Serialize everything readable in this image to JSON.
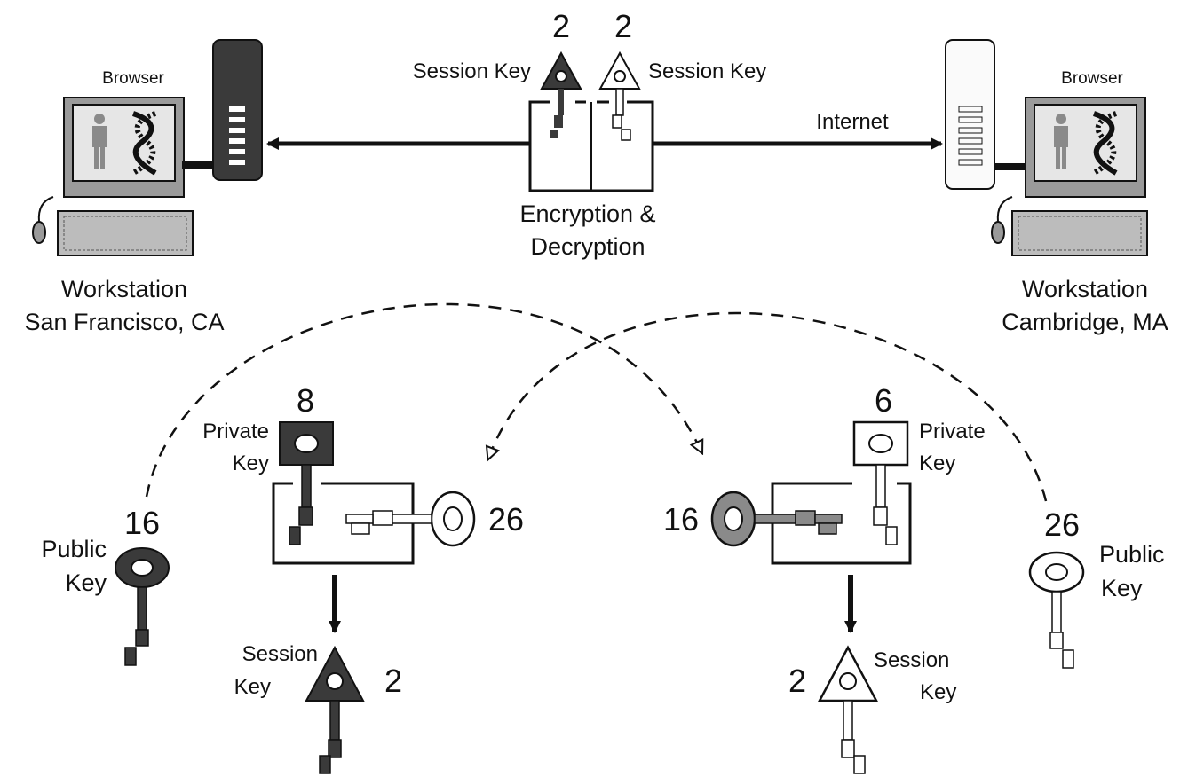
{
  "left_workstation": {
    "browser_label": "Browser",
    "title": "Workstation",
    "location": "San Francisco, CA"
  },
  "right_workstation": {
    "browser_label": "Browser",
    "title": "Workstation",
    "location": "Cambridge, MA"
  },
  "top_box": {
    "left_key_number": "2",
    "left_key_label": "Session Key",
    "right_key_number": "2",
    "right_key_label": "Session Key",
    "caption_line1": "Encryption &",
    "caption_line2": "Decryption",
    "internet_label": "Internet"
  },
  "left_bottom": {
    "private_key_number": "8",
    "private_key_label_line1": "Private",
    "private_key_label_line2": "Key",
    "public_key_number": "16",
    "public_key_label_line1": "Public",
    "public_key_label_line2": "Key",
    "other_key_number": "26",
    "session_key_label_line1": "Session",
    "session_key_label_line2": "Key",
    "session_key_number": "2"
  },
  "right_bottom": {
    "private_key_number": "6",
    "private_key_label_line1": "Private",
    "private_key_label_line2": "Key",
    "public_key_number": "26",
    "public_key_label_line1": "Public",
    "public_key_label_line2": "Key",
    "other_key_number": "16",
    "session_key_label_line1": "Session",
    "session_key_label_line2": "Key",
    "session_key_number": "2"
  },
  "colors": {
    "dark_key": "#3a3a3a",
    "mid_key": "#8a8a8a",
    "light_key": "#ffffff",
    "screen_bg": "#e6e6e6",
    "monitor": "#9a9a9a"
  }
}
